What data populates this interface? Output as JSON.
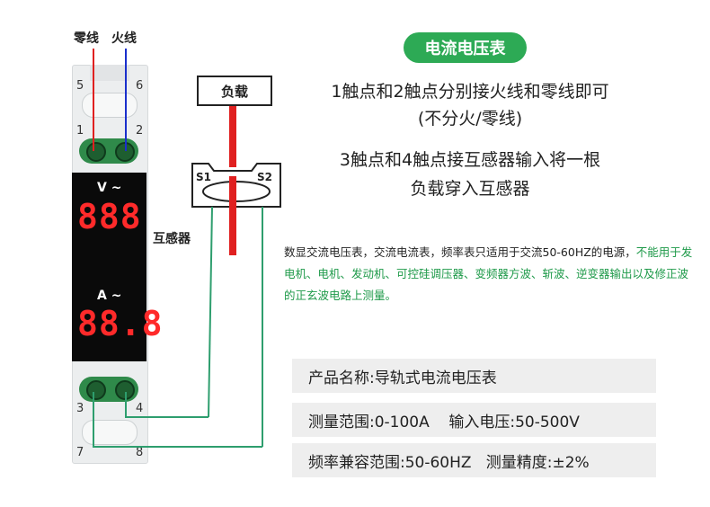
{
  "labels": {
    "neutral": "零线",
    "live": "火线",
    "load": "负载",
    "ct_s1": "S1",
    "ct_s2": "S2",
    "ct_name": "互感器"
  },
  "terminals": {
    "t5": "5",
    "t6": "6",
    "t1": "1",
    "t2": "2",
    "t3": "3",
    "t4": "4",
    "t7": "7",
    "t8": "8"
  },
  "display": {
    "voltage_unit": "V ~",
    "voltage_digits": "888",
    "current_unit": "A ~",
    "current_digits": "88.8"
  },
  "title": "电流电压表",
  "instructions": {
    "line1": "1触点和2触点分别接火线和零线即可",
    "line2": "(不分火/零线)",
    "line3": "3触点和4触点接互感器输入将一根",
    "line4": "负载穿入互感器"
  },
  "note": {
    "part1": "数显交流电压表，交流电流表，频率表只适用于交流50-60HZ的电源，",
    "part2_green": "不能用于发电机、电机、发动机、可控硅调压器、变频器方波、斩波、逆变器输出以及修正波的正玄波电路上测量。"
  },
  "specs": {
    "row1": "产品名称:导轨式电流电压表",
    "row2": "测量范围:0-100A    输入电压:50-500V",
    "row3": "频率兼容范围:50-60HZ   测量精度:±2%"
  },
  "colors": {
    "accent_green": "#2daa55",
    "wire_red": "#e02020",
    "wire_blue": "#1a2fcc",
    "wire_green": "#2e9e6e",
    "digit_red": "#ff2a2a"
  }
}
